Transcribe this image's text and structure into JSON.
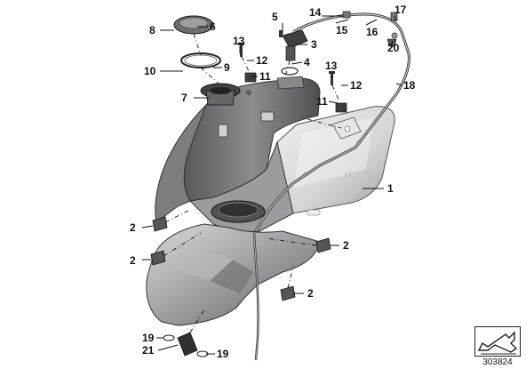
{
  "diagram": {
    "reference_number": "303824",
    "callouts": [
      {
        "id": "c1",
        "label": "1"
      },
      {
        "id": "c2a",
        "label": "2"
      },
      {
        "id": "c2b",
        "label": "2"
      },
      {
        "id": "c2c",
        "label": "2"
      },
      {
        "id": "c2d",
        "label": "2"
      },
      {
        "id": "c3",
        "label": "3"
      },
      {
        "id": "c4",
        "label": "4"
      },
      {
        "id": "c5",
        "label": "5"
      },
      {
        "id": "c6",
        "label": "6"
      },
      {
        "id": "c7",
        "label": "7"
      },
      {
        "id": "c8",
        "label": "8"
      },
      {
        "id": "c9",
        "label": "9"
      },
      {
        "id": "c10",
        "label": "10"
      },
      {
        "id": "c11a",
        "label": "11"
      },
      {
        "id": "c11b",
        "label": "11"
      },
      {
        "id": "c12a",
        "label": "12"
      },
      {
        "id": "c12b",
        "label": "12"
      },
      {
        "id": "c13a",
        "label": "13"
      },
      {
        "id": "c13b",
        "label": "13"
      },
      {
        "id": "c14",
        "label": "14"
      },
      {
        "id": "c15",
        "label": "15"
      },
      {
        "id": "c16",
        "label": "16"
      },
      {
        "id": "c17",
        "label": "17"
      },
      {
        "id": "c18",
        "label": "18"
      },
      {
        "id": "c19a",
        "label": "19"
      },
      {
        "id": "c19b",
        "label": "19"
      },
      {
        "id": "c20",
        "label": "20"
      },
      {
        "id": "c21",
        "label": "21"
      }
    ]
  },
  "colors": {
    "tank_dark": "#5f6164",
    "tank_mid": "#8a8c8f",
    "tank_light": "#c9cacc",
    "tank_highlight": "#ebebec",
    "line": "#111111"
  }
}
